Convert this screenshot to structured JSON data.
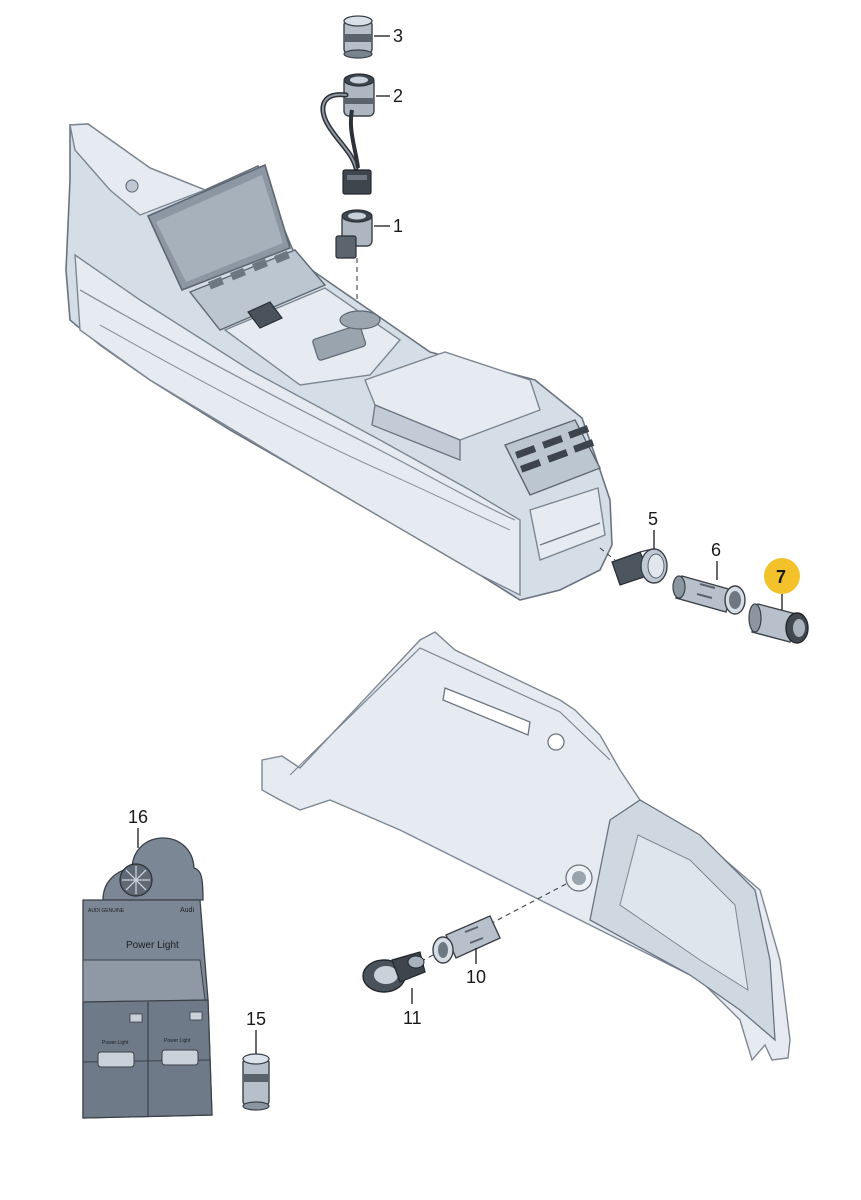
{
  "callouts": [
    {
      "id": "p3",
      "label": "3"
    },
    {
      "id": "p2",
      "label": "2"
    },
    {
      "id": "p1",
      "label": "1"
    },
    {
      "id": "p5",
      "label": "5"
    },
    {
      "id": "p6",
      "label": "6"
    },
    {
      "id": "p7",
      "label": "7",
      "highlighted": true
    },
    {
      "id": "p16",
      "label": "16"
    },
    {
      "id": "p15",
      "label": "15"
    },
    {
      "id": "p10",
      "label": "10"
    },
    {
      "id": "p11",
      "label": "11"
    }
  ],
  "package": {
    "brand": "Audi",
    "brand_small": "AUDI GENUINE",
    "product": "Power Light",
    "tray_label_left": "Power Light",
    "tray_label_right": "Power Light"
  },
  "colors": {
    "highlight": "#f3c22b",
    "part_fill": "#d5dde6",
    "part_stroke": "#6a7480",
    "package_fill": "#7b8794"
  }
}
